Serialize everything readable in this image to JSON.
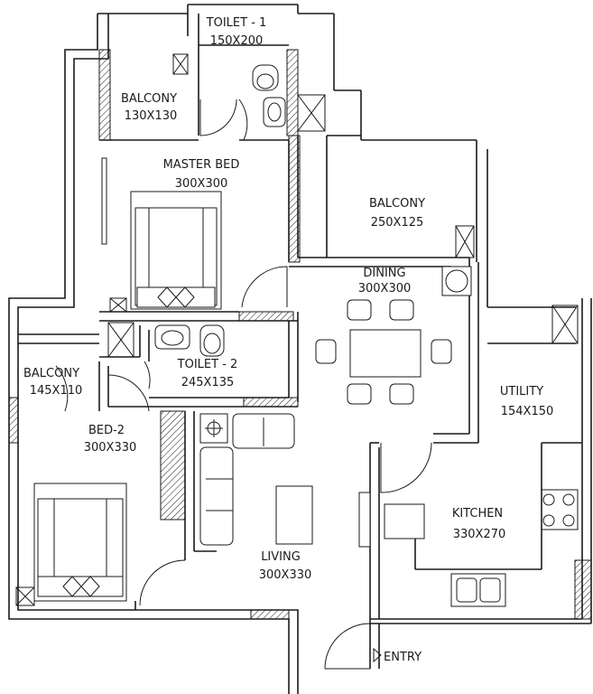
{
  "rooms": {
    "toilet1": {
      "name": "TOILET - 1",
      "size": "150X200"
    },
    "balcony_master": {
      "name": "BALCONY",
      "size": "130X130"
    },
    "master_bed": {
      "name": "MASTER BED",
      "size": "300X300"
    },
    "balcony_mid": {
      "name": "BALCONY",
      "size": "250X125"
    },
    "dining": {
      "name": "DINING",
      "size": "300X300"
    },
    "utility": {
      "name": "UTILITY",
      "size": "154X150"
    },
    "toilet2": {
      "name": "TOILET - 2",
      "size": "245X135"
    },
    "balcony_bed2": {
      "name": "BALCONY",
      "size": "145X110"
    },
    "bed2": {
      "name": "BED-2",
      "size": "300X330"
    },
    "kitchen": {
      "name": "KITCHEN",
      "size": "330X270"
    },
    "living": {
      "name": "LIVING",
      "size": "300X330"
    }
  },
  "entry": {
    "label": "ENTRY"
  }
}
